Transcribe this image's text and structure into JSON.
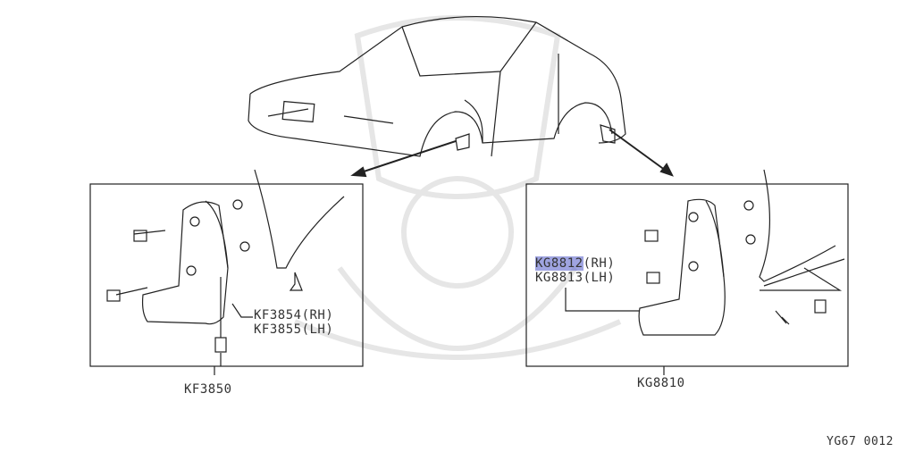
{
  "diagram": {
    "code": "YG67 0012",
    "highlight_color": "#7c80d6",
    "left_panel": {
      "assembly": "KF3850",
      "parts": [
        {
          "number": "KF3854",
          "side": "(RH)"
        },
        {
          "number": "KF3855",
          "side": "(LH)"
        }
      ]
    },
    "right_panel": {
      "assembly": "KG8810",
      "parts": [
        {
          "number": "KG8812",
          "side": "(RH)",
          "highlighted": true
        },
        {
          "number": "KG8813",
          "side": "(LH)"
        }
      ]
    }
  }
}
